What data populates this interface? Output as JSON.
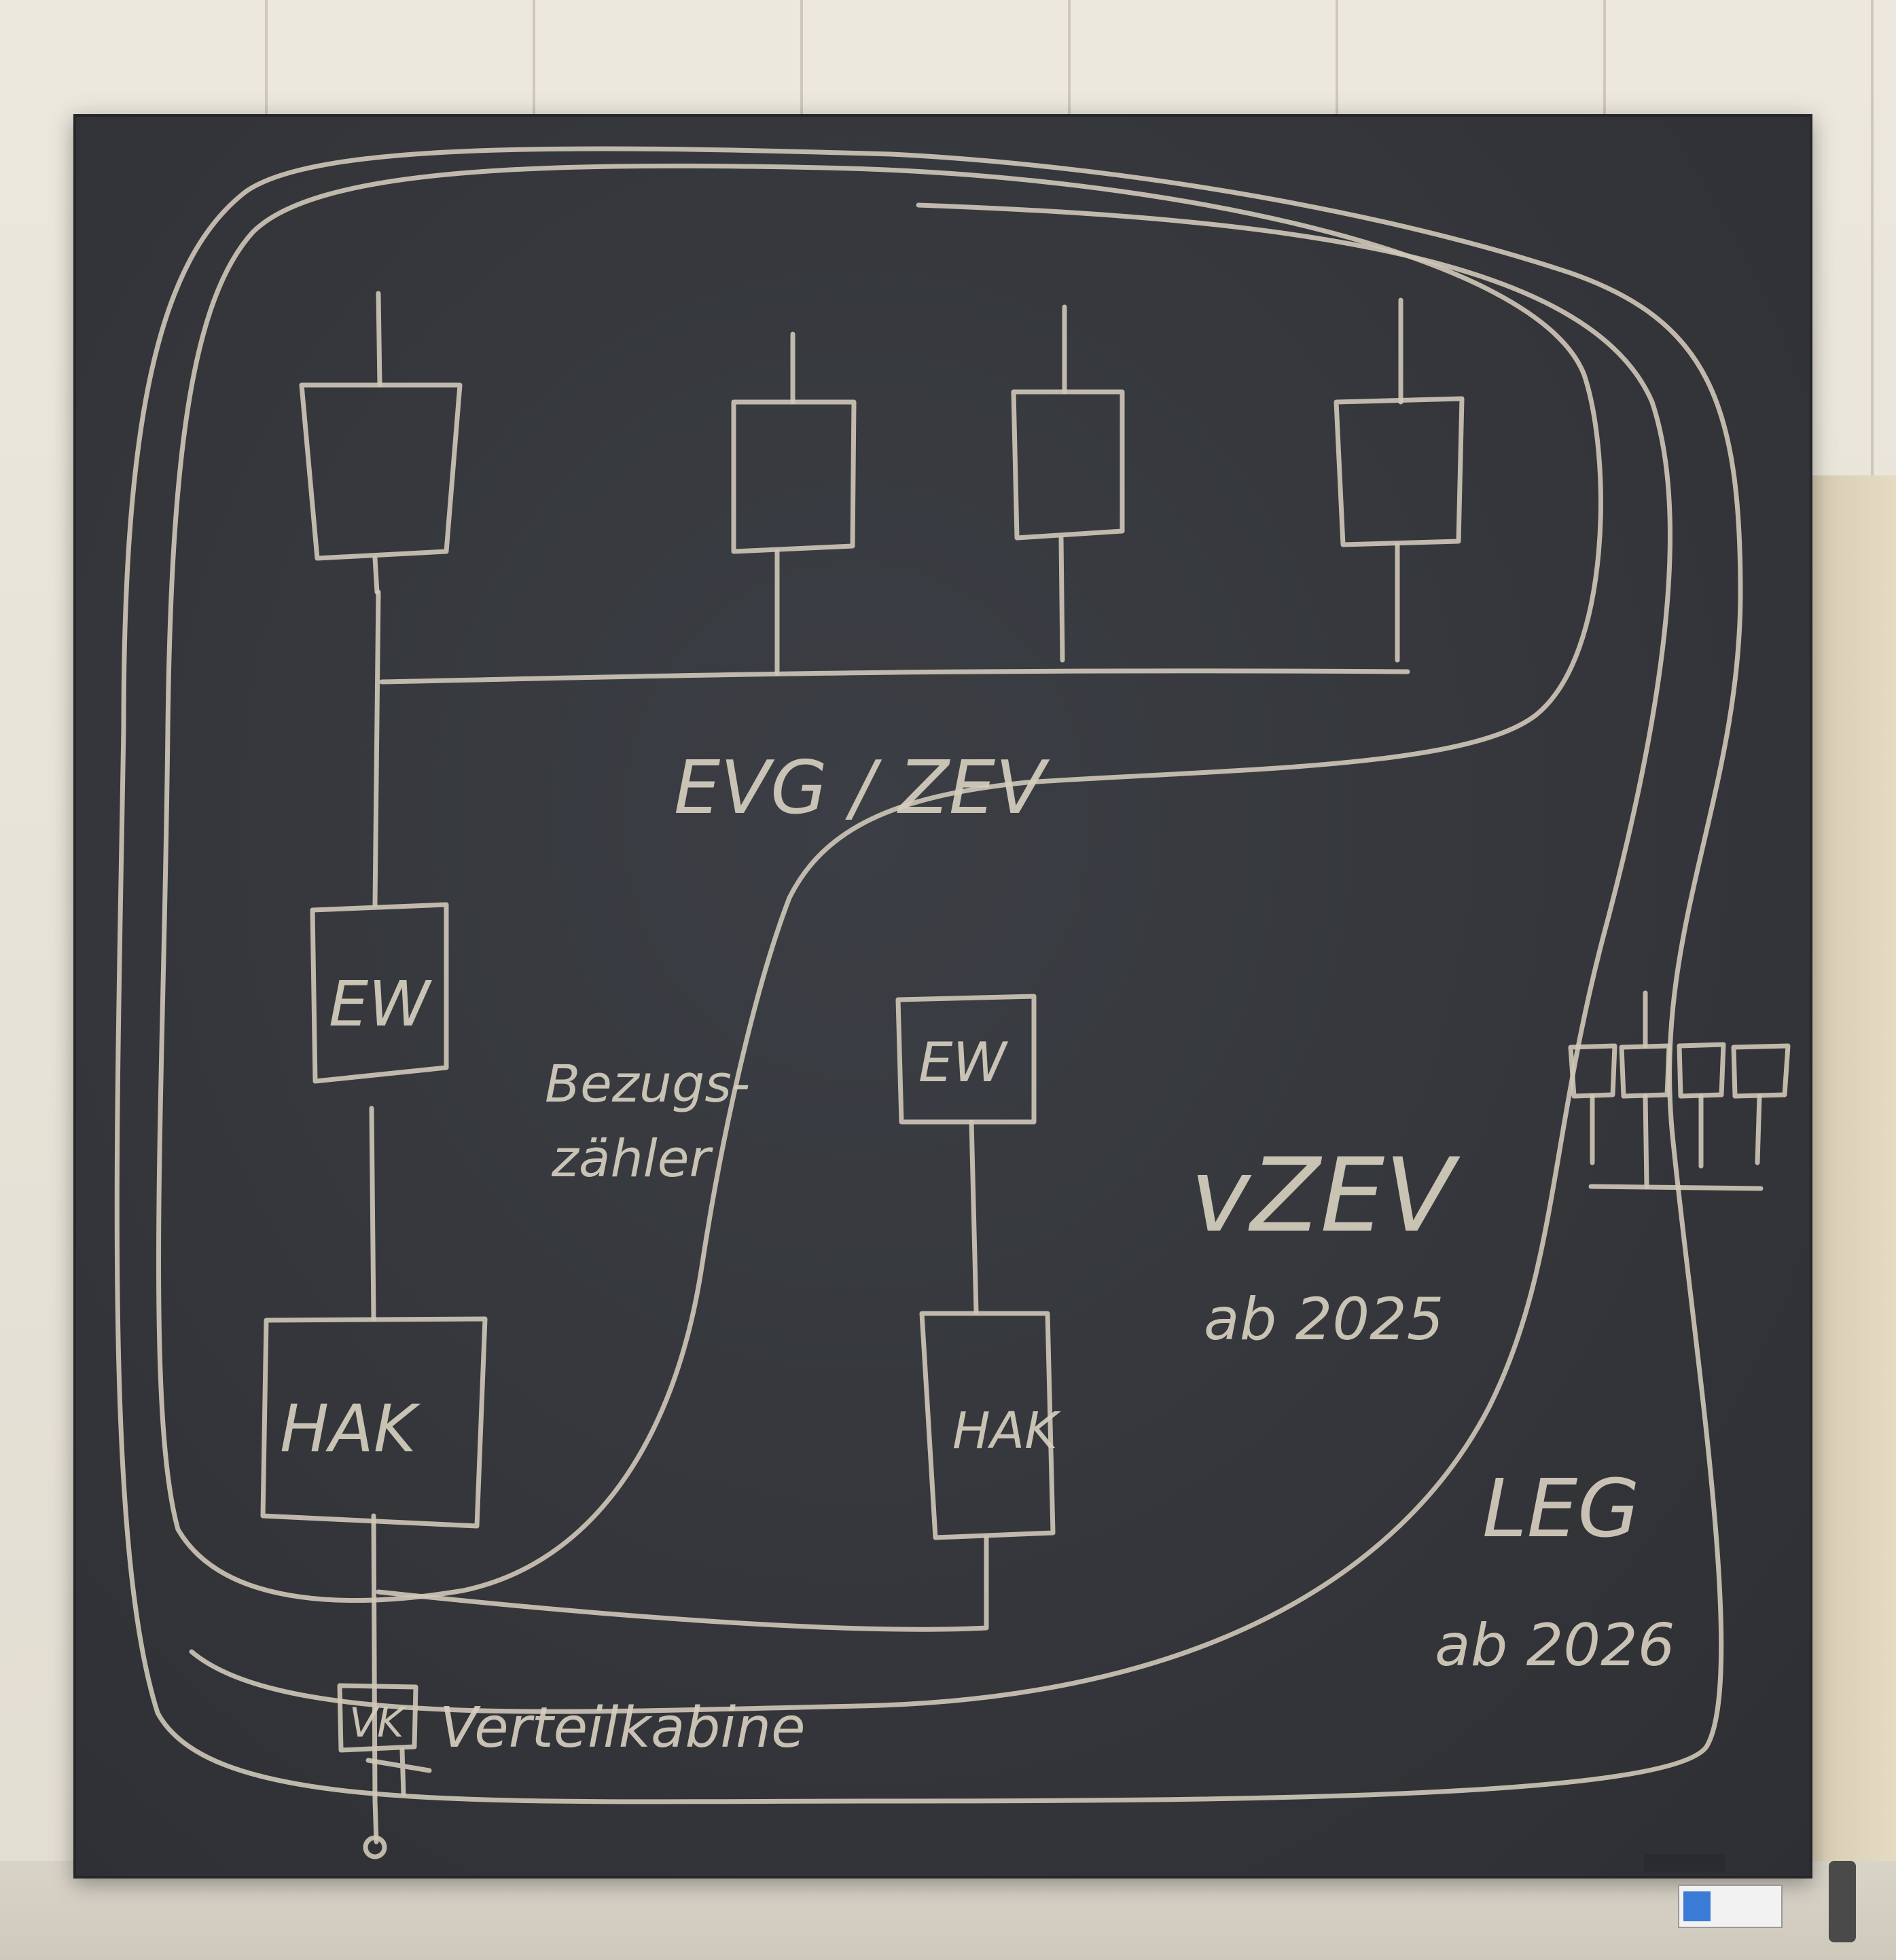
{
  "board": {
    "title_evg_zev": "EVG / ZEV",
    "meter_left_top": "EW",
    "meter_right": "EW",
    "hak_left": "HAK",
    "hak_right": "HAK",
    "bezugszaehler": [
      "Bezugs-",
      "zähler"
    ],
    "vk_box": "VK",
    "verteilkabine": "Verteilkabine",
    "vzev": "vZEV",
    "vzev_since": "ab 2025",
    "leg": "LEG",
    "leg_since": "ab 2026"
  },
  "colors": {
    "chalk": "#cfc8b8",
    "board": "#34363b",
    "wall": "#e8e3d8"
  }
}
